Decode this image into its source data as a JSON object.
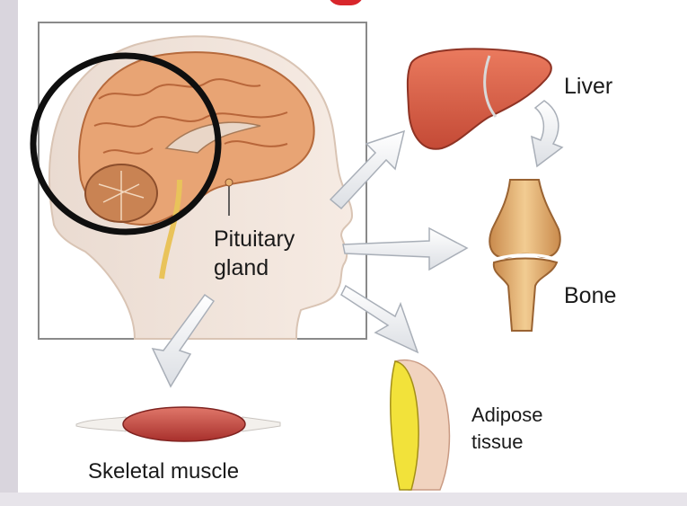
{
  "labels": {
    "liver": "Liver",
    "pituitary": "Pituitary\ngland",
    "bone": "Bone",
    "adipose": "Adipose\ntissue",
    "muscle": "Skeletal muscle"
  },
  "colors": {
    "skin": "#f1e1d5",
    "brain": "#e7a06e",
    "liver": "#d95d45",
    "bone": "#e8b87c",
    "fat": "#f2e23a",
    "muscle": "#c9473f",
    "arrow": "#f2f3f5",
    "circle": "#0f0f0f"
  }
}
